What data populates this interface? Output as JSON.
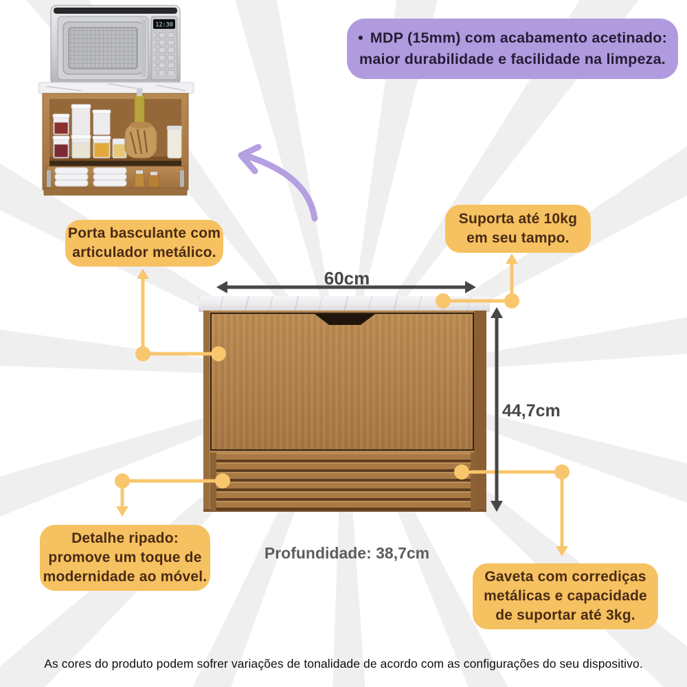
{
  "hero_photo": {
    "microwave_display": "12:30"
  },
  "feature_box": {
    "bullet": "•",
    "lines": [
      "MDP (15mm) com acabamento acetinado:",
      "maior durabilidade e facilidade na limpeza."
    ]
  },
  "callouts": {
    "porta": {
      "lines": [
        "Porta basculante com",
        "articulador metálico."
      ]
    },
    "suporta": {
      "lines": [
        "Suporta até 10kg",
        "em seu tampo."
      ]
    },
    "detalhe": {
      "lines": [
        "Detalhe ripado:",
        "promove um toque de",
        "modernidade ao móvel."
      ]
    },
    "gaveta": {
      "lines": [
        "Gaveta com corrediças",
        "metálicas e capacidade",
        "de suportar até 3kg."
      ]
    }
  },
  "dimensions": {
    "width_label": "60cm",
    "height_label": "44,7cm",
    "depth_label": "Profundidade: 38,7cm"
  },
  "disclaimer": "As cores do produto podem sofrer variações de tonalidade de acordo com as configurações do seu dispositivo.",
  "colors": {
    "accent_yellow": "#f6c160",
    "connector_yellow": "#f8c76d",
    "accent_purple": "#b19bdf",
    "purple_arrow": "#b5a0e2",
    "callout_text": "#4a2b15",
    "dimension_gray": "#474747",
    "wood_brown": "#b5854f"
  }
}
